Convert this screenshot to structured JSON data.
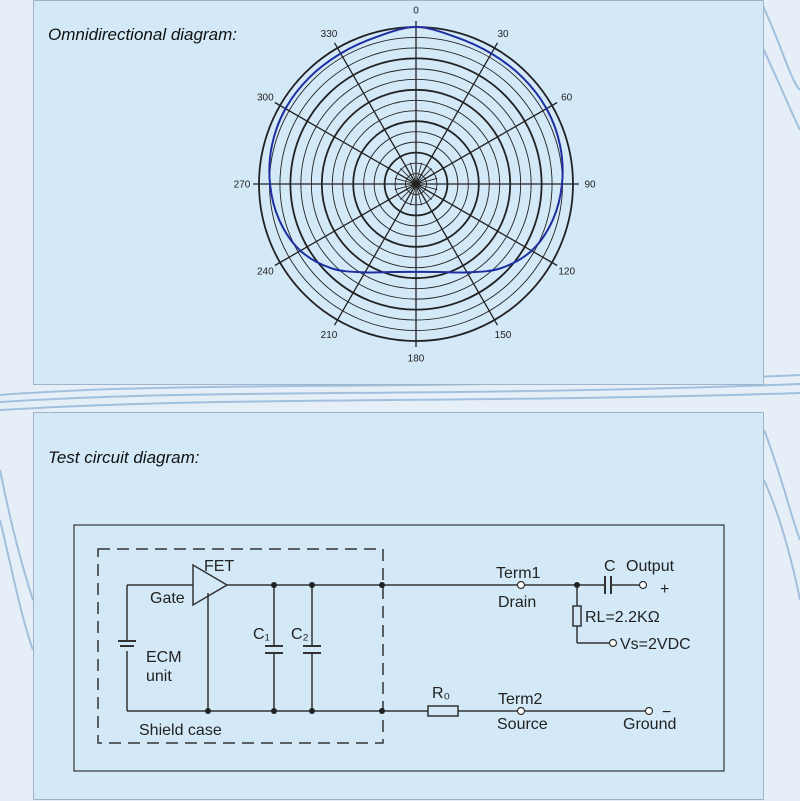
{
  "polar_section": {
    "heading": "Omnidirectional diagram:",
    "angle_labels": [
      "0",
      "30",
      "60",
      "90",
      "120",
      "150",
      "180",
      "210",
      "240",
      "270",
      "300",
      "330"
    ],
    "chart_data": {
      "type": "polar",
      "title": "",
      "angles_deg": [
        0,
        15,
        30,
        45,
        60,
        75,
        90,
        105,
        120,
        135,
        150,
        165,
        180,
        195,
        210,
        225,
        240,
        255,
        270,
        285,
        300,
        315,
        330,
        345
      ],
      "response_radius_fraction": [
        1.0,
        0.97,
        0.96,
        0.96,
        0.96,
        0.95,
        0.93,
        0.9,
        0.85,
        0.76,
        0.65,
        0.58,
        0.56,
        0.58,
        0.65,
        0.76,
        0.85,
        0.9,
        0.93,
        0.95,
        0.96,
        0.96,
        0.96,
        0.97
      ],
      "series_color": "#1f2ea0"
    }
  },
  "circuit_section": {
    "heading": "Test circuit diagram:",
    "labels": {
      "fet": "FET",
      "gate": "Gate",
      "c1": "C₁",
      "c2": "C₂",
      "ecm": "ECM",
      "unit": "unit",
      "shield": "Shield case",
      "term1": "Term1",
      "drain": "Drain",
      "c": "C",
      "output": "Output",
      "plus": "+",
      "rl": "RL=2.2KΩ",
      "vs": "Vs=2VDC",
      "r0": "R₀",
      "term2": "Term2",
      "source": "Source",
      "ground": "Ground",
      "minus": "−"
    }
  }
}
